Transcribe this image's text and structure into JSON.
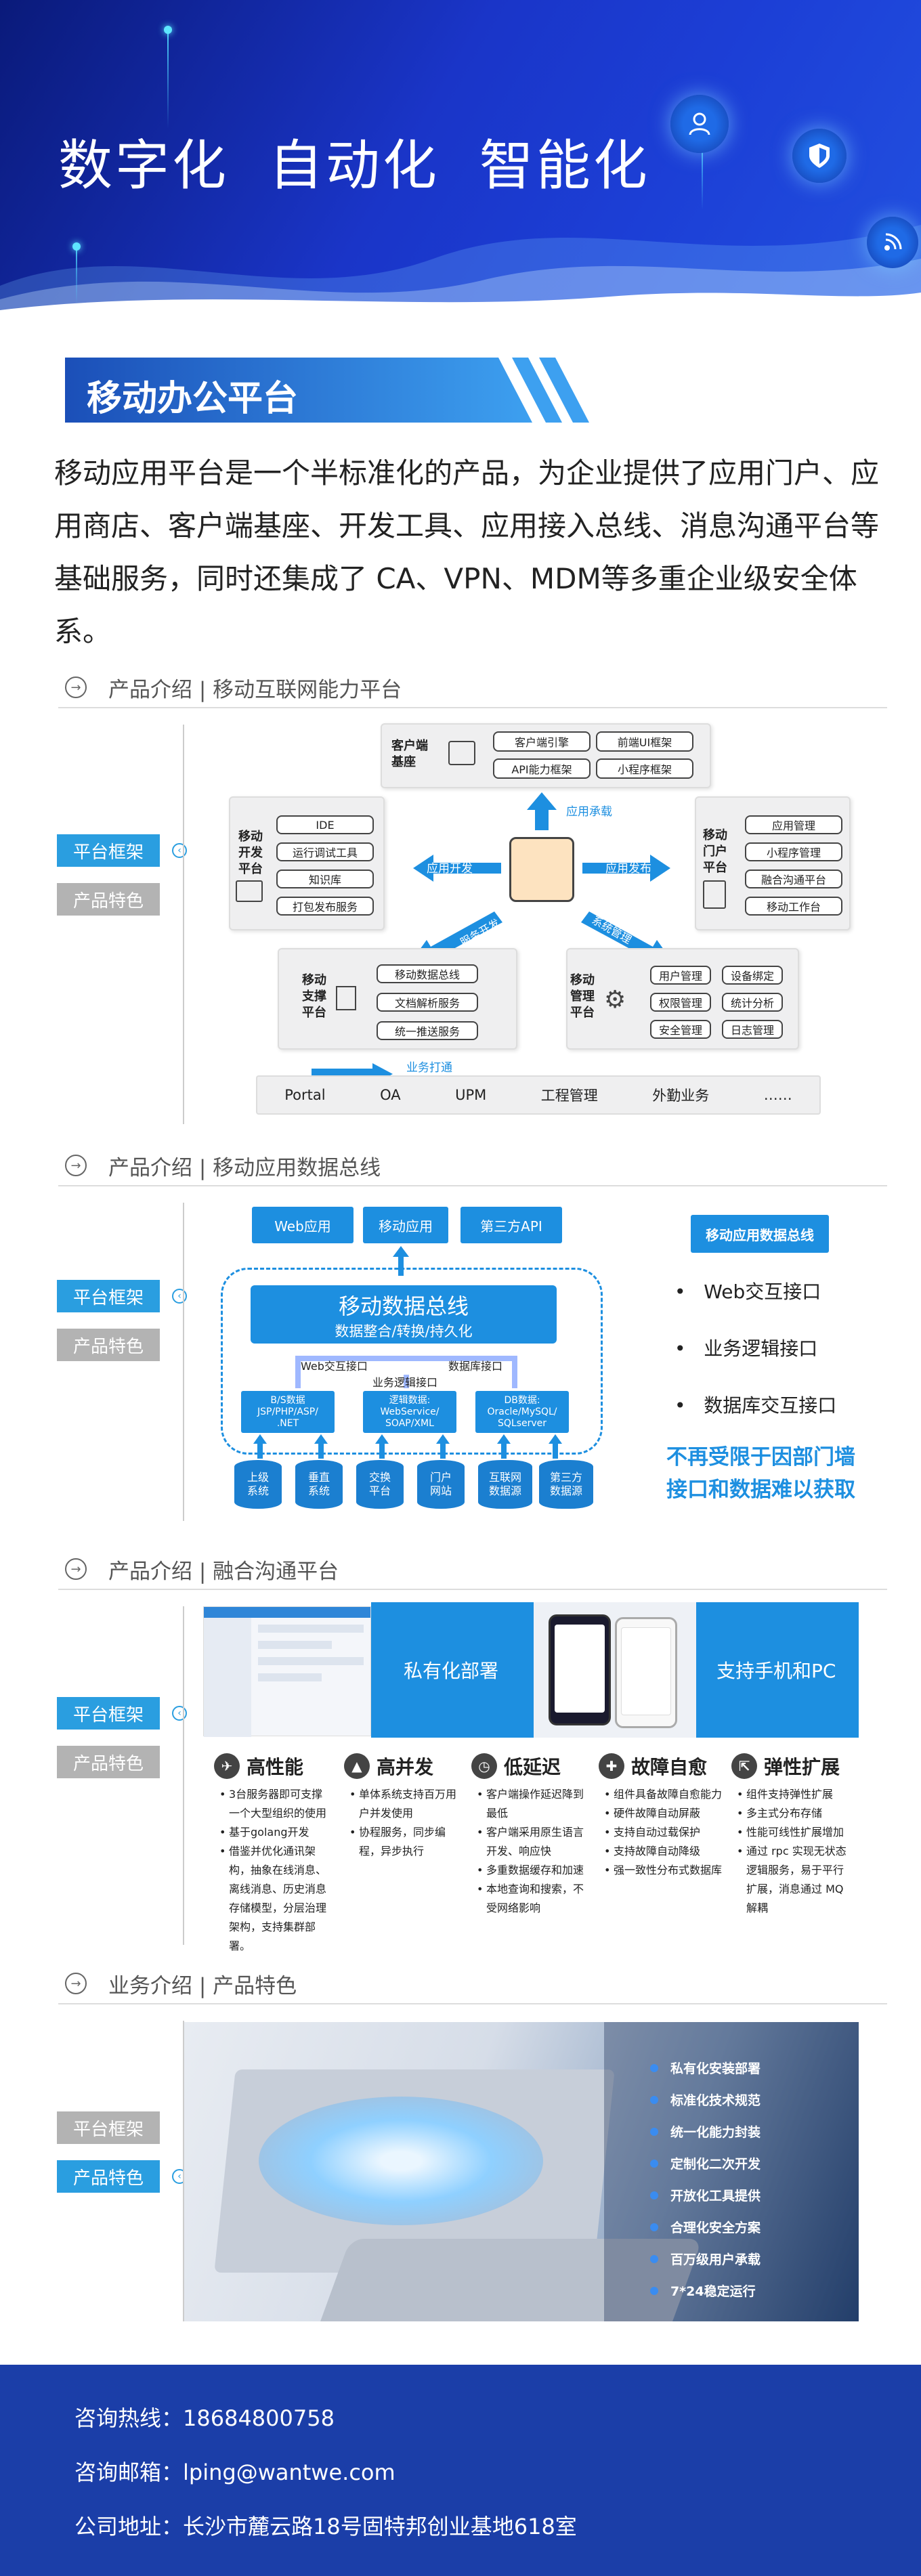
{
  "hero": {
    "title": "数字化  自动化  智能化"
  },
  "section_title": "移动办公平台",
  "intro": "移动应用平台是一个半标准化的产品，为企业提供了应用门户、应用商店、客户端基座、开发工具、应用接入总线、消息沟通平台等基础服务，同时还集成了 CA、VPN、MDM等多重企业级安全体系。",
  "tabs": {
    "framework": "平台框架",
    "features": "产品特色"
  },
  "sec1": {
    "head": "产品介绍 | 移动互联网能力平台",
    "client": {
      "label": "客户端\n基座",
      "items": [
        "客户端引擎",
        "前端UI框架",
        "API能力框架",
        "小程序框架"
      ]
    },
    "dev": {
      "label": "移动\n开发\n平台",
      "items": [
        "IDE",
        "运行调试工具",
        "知识库",
        "打包发布服务"
      ]
    },
    "portal": {
      "label": "移动\n门户\n平台",
      "items": [
        "应用管理",
        "小程序管理",
        "融合沟通平台",
        "移动工作台"
      ]
    },
    "support": {
      "label": "移动\n支撑\n平台",
      "items": [
        "移动数据总线",
        "文档解析服务",
        "统一推送服务"
      ]
    },
    "mgmt": {
      "label": "移动\n管理\n平台",
      "items": [
        "用户管理",
        "设备绑定",
        "权限管理",
        "统计分析",
        "安全管理",
        "日志管理"
      ]
    },
    "arrows": {
      "up": "应用承载",
      "left": "应用开发",
      "right": "应用发布",
      "dl": "服务开发",
      "dr": "系统管理",
      "down": "业务打通"
    },
    "bottom": [
      "Portal",
      "OA",
      "UPM",
      "工程管理",
      "外勤业务",
      "……"
    ]
  },
  "sec2": {
    "head": "产品介绍 | 移动应用数据总线",
    "top": [
      "Web应用",
      "移动应用",
      "第三方API"
    ],
    "bus_title": "移动数据总线",
    "bus_sub": "数据整合/转换/持久化",
    "iface": [
      "Web交互接口",
      "业务逻辑接口",
      "数据库接口"
    ],
    "subs": [
      "B/S数据\nJSP/PHP/ASP/\n.NET",
      "逻辑数据:\nWebService/\nSOAP/XML",
      "DB数据:\nOracle/MySQL/\nSQLserver"
    ],
    "sources": [
      "上级\n系统",
      "垂直\n系统",
      "交换\n平台",
      "门户\n网站",
      "互联网\n数据源",
      "第三方\n数据源"
    ],
    "side_title": "移动应用数据总线",
    "bullets": [
      "Web交互接口",
      "业务逻辑接口",
      "数据库交互接口"
    ],
    "slogan": "不再受限于因部门墙\n接口和数据难以获取"
  },
  "sec3": {
    "head": "产品介绍 | 融合沟通平台",
    "banner_a": "私有化部署",
    "banner_b": "支持手机和PC",
    "features": [
      {
        "title": "高性能",
        "items": [
          "3台服务器即可支撑一个大型组织的使用",
          "基于golang开发",
          "借鉴并优化通讯架构，抽象在线消息、离线消息、历史消息存储模型，分层治理架构，支持集群部署。"
        ]
      },
      {
        "title": "高并发",
        "items": [
          "单体系统支持百万用户并发使用",
          "协程服务，同步编程，异步执行"
        ]
      },
      {
        "title": "低延迟",
        "items": [
          "客户端操作延迟降到最低",
          "客户端采用原生语言开发、响应快",
          "多重数据缓存和加速",
          "本地查询和搜索，不受网络影响"
        ]
      },
      {
        "title": "故障自愈",
        "items": [
          "组件具备故障自愈能力",
          "硬件故障自动屏蔽",
          "支持自动过载保护",
          "支持故障自动降级",
          "强一致性分布式数据库"
        ]
      },
      {
        "title": "弹性扩展",
        "items": [
          "组件支持弹性扩展",
          "多主式分布存储",
          "性能可线性扩展增加",
          "通过 rpc 实现无状态逻辑服务，易于平行扩展，消息通过 MQ 解耦"
        ]
      }
    ]
  },
  "sec4": {
    "head": "业务介绍 | 产品特色",
    "items": [
      "私有化安装部署",
      "标准化技术规范",
      "统一化能力封装",
      "定制化二次开发",
      "开放化工具提供",
      "合理化安全方案",
      "百万级用户承载",
      "7*24稳定运行"
    ]
  },
  "footer": {
    "hotline": "咨询热线：18684800758",
    "email": "咨询邮箱：lping@wantwe.com",
    "address": "公司地址：长沙市麓云路18号固特邦创业基地618室"
  },
  "colors": {
    "primary": "#1d8fe0",
    "hero_dark": "#0a1a7a",
    "footer": "#1b3ea8",
    "tab_off": "#b3b3b3"
  }
}
